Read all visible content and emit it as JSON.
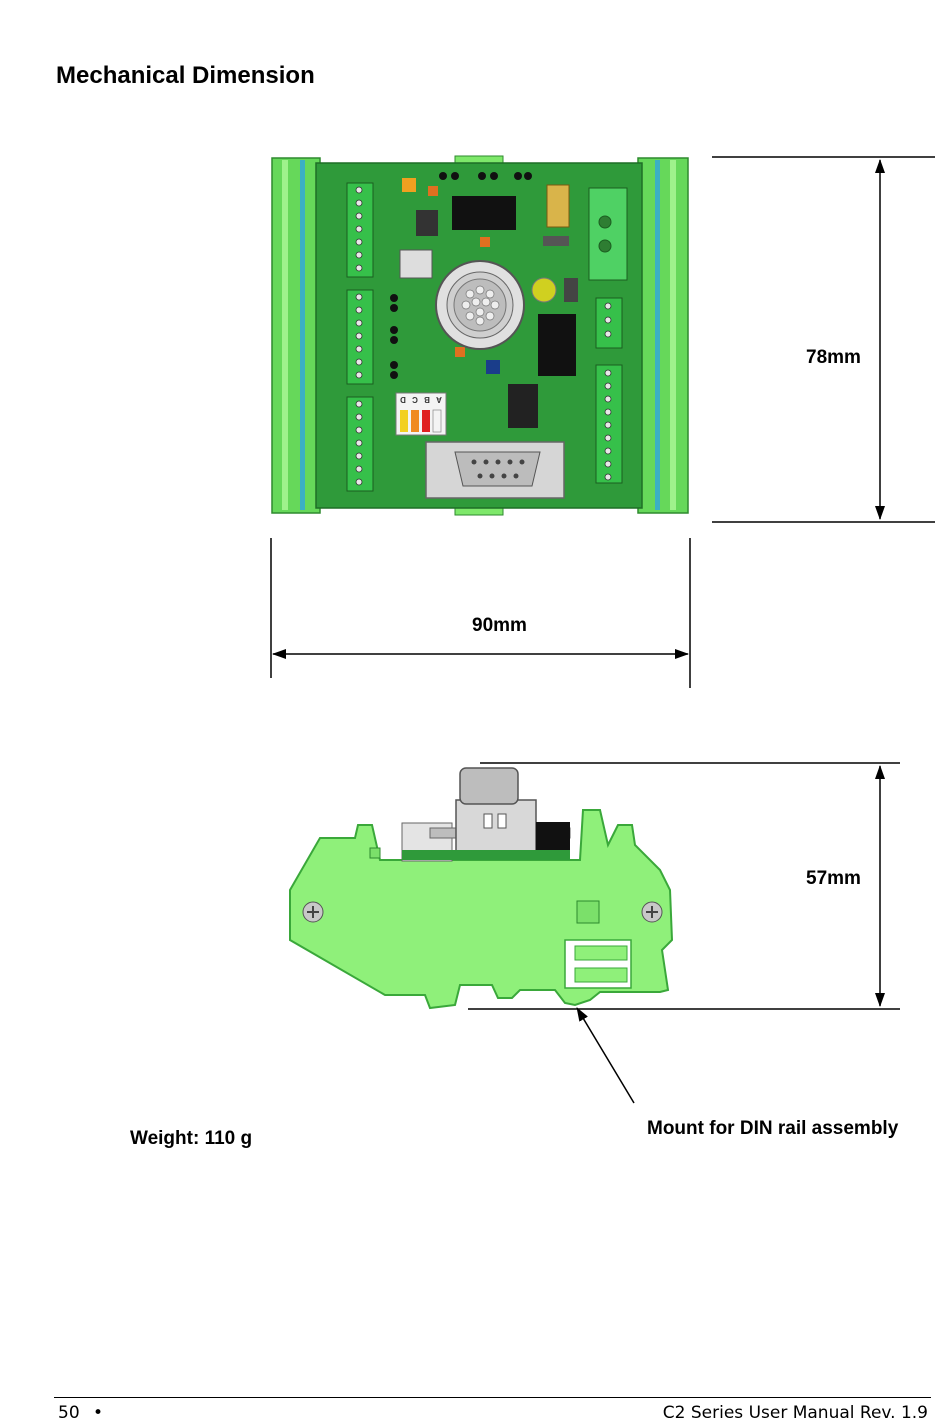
{
  "heading": "Mechanical Dimension",
  "dimensions": {
    "height_top_view": "78mm",
    "width_top_view": "90mm",
    "height_side_view": "57mm"
  },
  "weight_label": "Weight: 110 g",
  "mount_label": "Mount for DIN rail assembly",
  "terminal_labels": [
    "D",
    "C",
    "B",
    "A"
  ],
  "footer": {
    "page_number": "50",
    "bullet": "•",
    "manual_title": "C2 Series User Manual Rev. 1.9"
  },
  "colors": {
    "pcb": "#2f9a3a",
    "housing": "#8ff07a",
    "housing_edge": "#3aa83a"
  }
}
